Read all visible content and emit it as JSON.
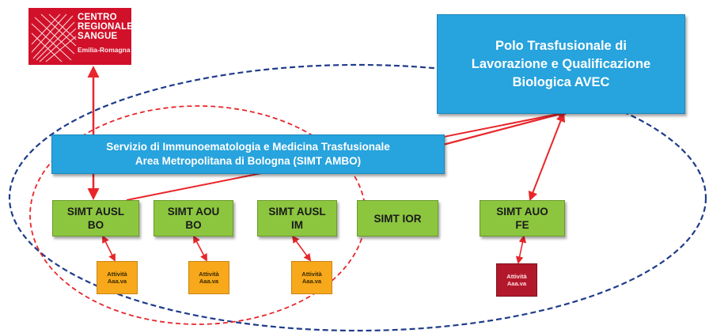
{
  "logo": {
    "lines": [
      "CENTRO",
      "REGIONALE",
      "SANGUE"
    ],
    "subtitle": "Emilia-Romagna",
    "color": "#d1112a"
  },
  "polo": {
    "title": "Polo Trasfusionale di\nLavorazione e Qualificazione\nBiologica AVEC",
    "color": "#27a3dd"
  },
  "simt_ambo": {
    "title": "Servizio di Immunoematologia e Medicina Trasfusionale\nArea Metropolitana di Bologna (SIMT AMBO)",
    "color": "#27a3dd"
  },
  "units": [
    {
      "label": "SIMT AUSL\nBO"
    },
    {
      "label": "SIMT AOU\nBO"
    },
    {
      "label": "SIMT AUSL\nIM"
    },
    {
      "label": "SIMT IOR"
    },
    {
      "label": "SIMT AUO\nFE"
    }
  ],
  "activities": [
    {
      "label": "Attività\nAaa.va"
    },
    {
      "label": "Attività\nAaa.va"
    },
    {
      "label": "Attività\nAaa.va"
    },
    {
      "label": "Attività\nAaa.va"
    }
  ],
  "colors": {
    "unit_green": "#8cc63f",
    "activity_orange": "#f7a81b",
    "activity_dark_red": "#b2182b",
    "arrow_red": "#e8262a",
    "ellipse_blue_dashed": "#1f3c8a",
    "ellipse_red_dashed": "#e8262a"
  }
}
